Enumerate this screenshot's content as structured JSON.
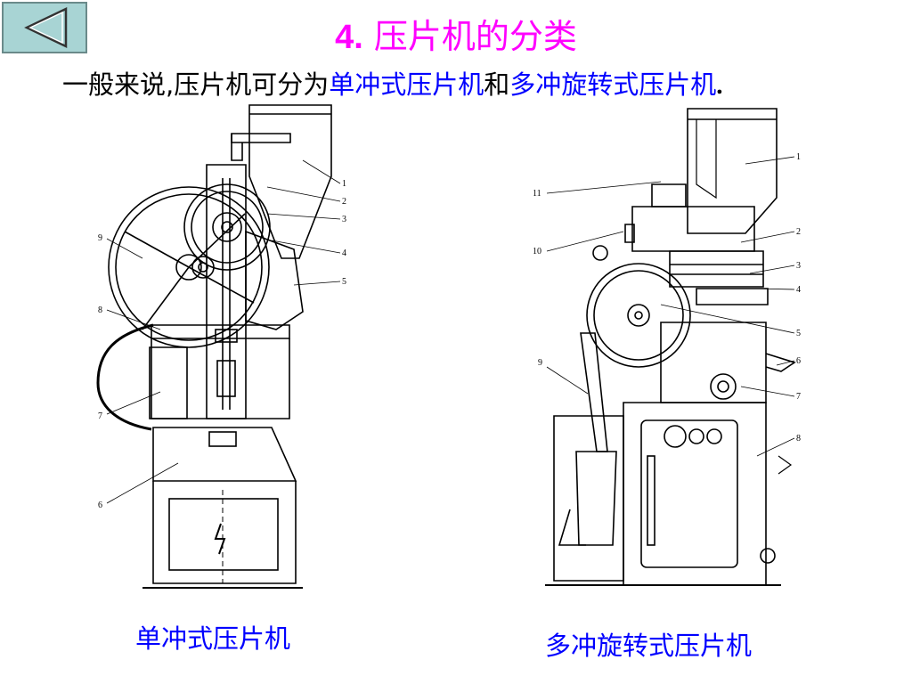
{
  "nav": {
    "back_icon": "triangle-left-icon"
  },
  "title": {
    "number": "4.",
    "text": "压片机的分类"
  },
  "subtitle": {
    "prefix": "一般来说,压片机可分为",
    "single_term": "单冲式压片机",
    "conjunction": "和",
    "rotary_term": "多冲旋转式压片机",
    "suffix": "."
  },
  "single_machine": {
    "caption": "单冲式压片机",
    "labels": [
      "1",
      "2",
      "3",
      "4",
      "5",
      "6",
      "7",
      "8",
      "9"
    ]
  },
  "rotary_machine": {
    "caption": "多冲旋转式压片机",
    "labels": [
      "1",
      "2",
      "3",
      "4",
      "5",
      "6",
      "7",
      "8",
      "9",
      "10",
      "11"
    ]
  },
  "colors": {
    "title": "#ff00ff",
    "term": "#0000ff",
    "button": "#a8d4d4"
  }
}
